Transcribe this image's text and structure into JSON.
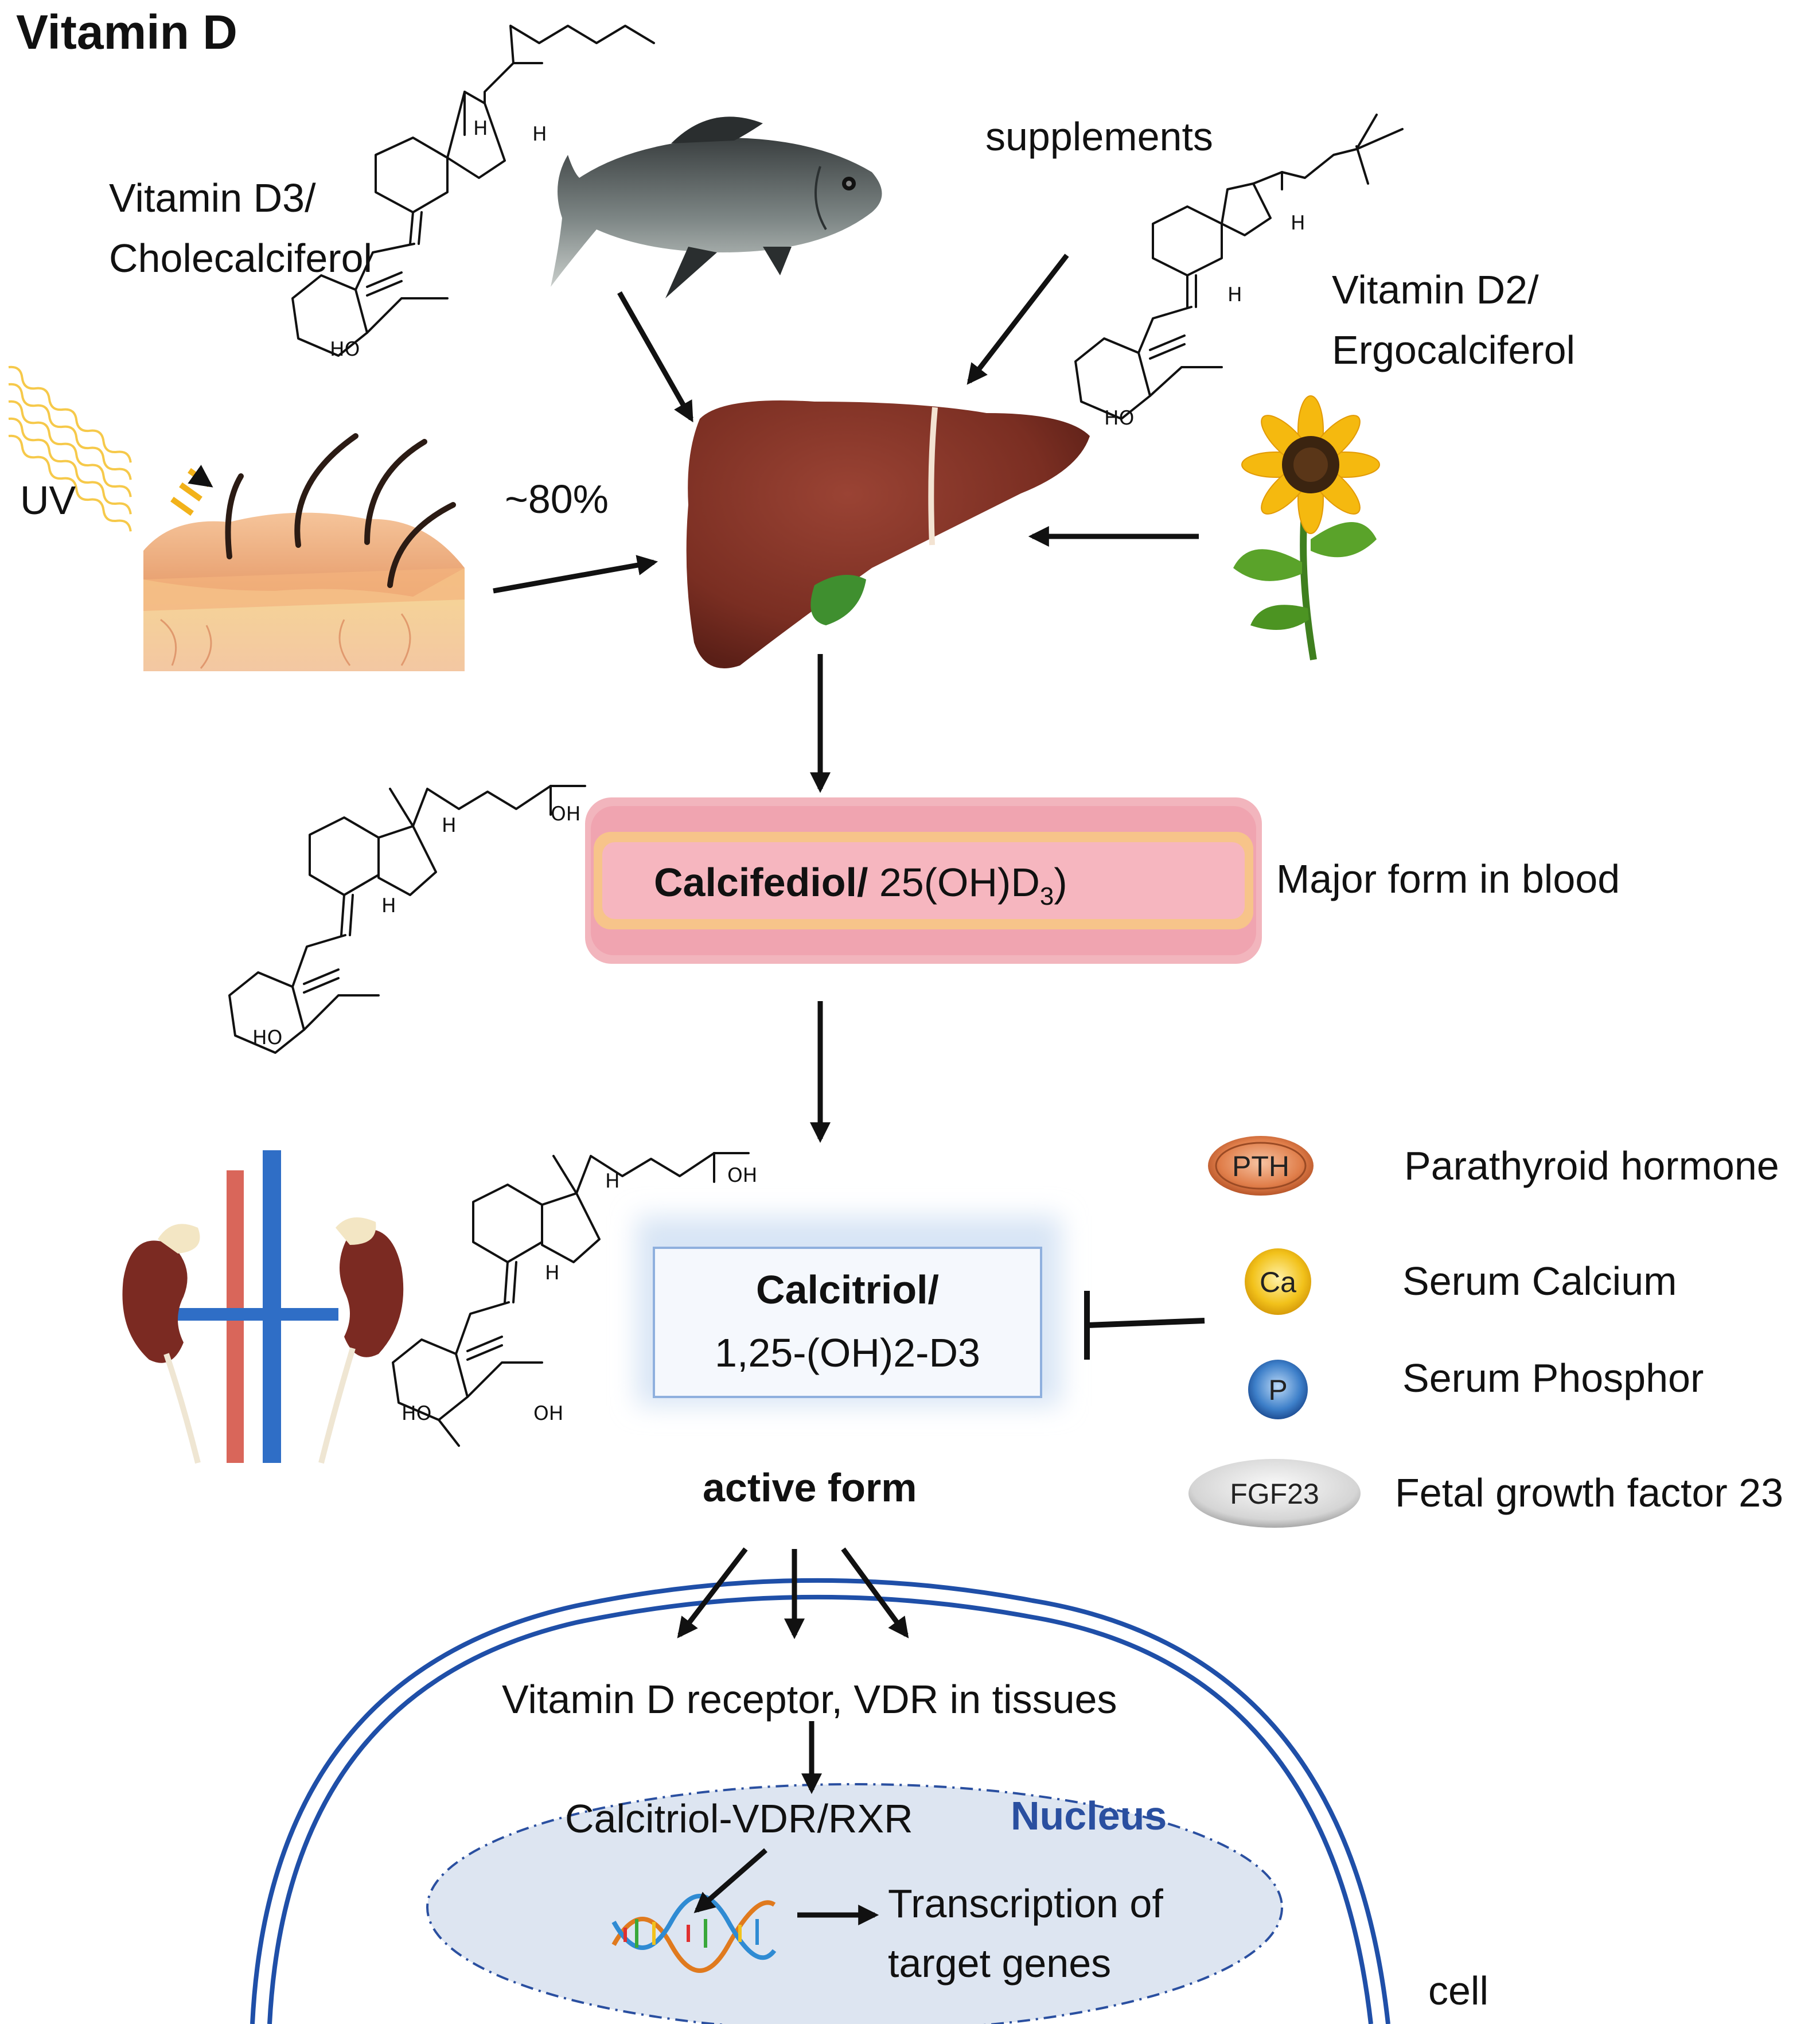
{
  "title": "Vitamin D",
  "sources": {
    "vitamin_d3": [
      "Vitamin D3/",
      "Cholecalciferol"
    ],
    "supplements": "supplements",
    "vitamin_d2": [
      "Vitamin D2/",
      "Ergocalciferol"
    ],
    "uv": "UV",
    "skin_percent": "~80%"
  },
  "blood": {
    "calcifediol_bold": "Calcifediol/",
    "calcifediol_rest": " 25(OH)D",
    "calcifediol_sub": "3",
    "calcifediol_close": ")",
    "note": "Major form in blood"
  },
  "active": {
    "line1": "Calcitriol/",
    "line2": "1,25-(OH)2-D3",
    "caption": "active form"
  },
  "regulators": [
    {
      "badge": "PTH",
      "label": "Parathyroid hormone",
      "color": "#e0895a"
    },
    {
      "badge": "Ca",
      "label": "Serum Calcium",
      "color": "#f2c21b"
    },
    {
      "badge": "P",
      "label": "Serum Phosphor",
      "color": "#3d7fc9"
    },
    {
      "badge": "FGF23",
      "label": "Fetal growth factor 23",
      "color": "#d9d9d9"
    }
  ],
  "cell": {
    "receptor": "Vitamin D receptor, VDR in tissues",
    "complex": "Calcitriol-VDR/RXR",
    "nucleus": "Nucleus",
    "transcription": [
      "Transcription of",
      "target genes"
    ],
    "cell_label": "cell"
  },
  "chem_labels": {
    "ho": "HO",
    "h": "H",
    "oh": "OH"
  },
  "colors": {
    "liver": "#7a2e22",
    "gallbladder": "#3f8f2f",
    "blood_outer": "#f2b5bd",
    "blood_band": "#f7c48a",
    "blood_inner": "#f6b6bf",
    "membrane": "#1f4fa8",
    "nucleus_fill": "#dde5f1"
  }
}
